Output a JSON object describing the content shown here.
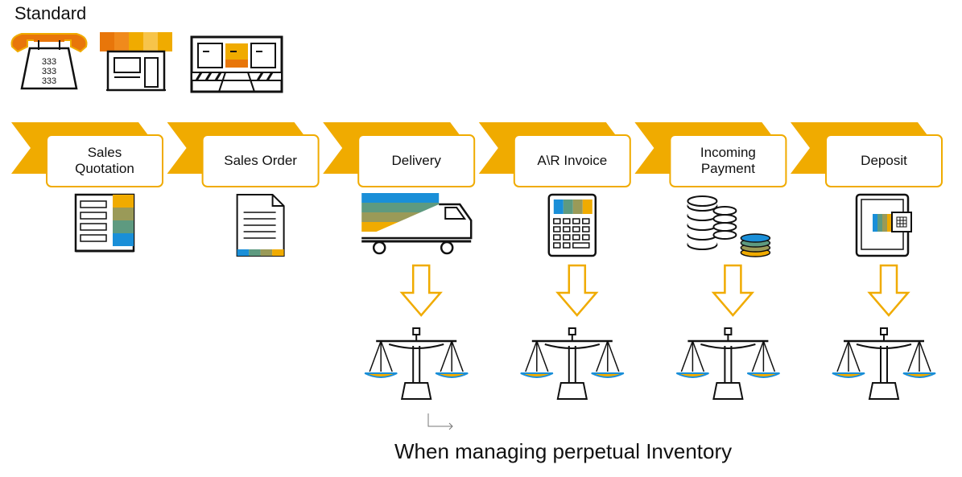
{
  "title": "Standard",
  "caption": "When managing perpetual Inventory",
  "steps": [
    {
      "label": "Sales\nQuotation",
      "icon": "quotation-document-icon",
      "posting": false
    },
    {
      "label": "Sales Order",
      "icon": "order-document-icon",
      "posting": false
    },
    {
      "label": "Delivery",
      "icon": "delivery-truck-icon",
      "posting": true
    },
    {
      "label": "A\\R Invoice",
      "icon": "calculator-icon",
      "posting": true
    },
    {
      "label": "Incoming\nPayment",
      "icon": "coin-stack-icon",
      "posting": true
    },
    {
      "label": "Deposit",
      "icon": "safe-icon",
      "posting": true
    }
  ],
  "channels": [
    {
      "icon": "telephone-icon"
    },
    {
      "icon": "shop-icon"
    },
    {
      "icon": "warehouse-icon"
    }
  ],
  "colors": {
    "chevron": "#f0ab00",
    "box_border": "#f0ab00",
    "accent_orange": "#e8760a",
    "accent_blue": "#1a8fd8",
    "accent_olive": "#9a9a58",
    "accent_teal": "#5e9a80",
    "line": "#111111"
  }
}
